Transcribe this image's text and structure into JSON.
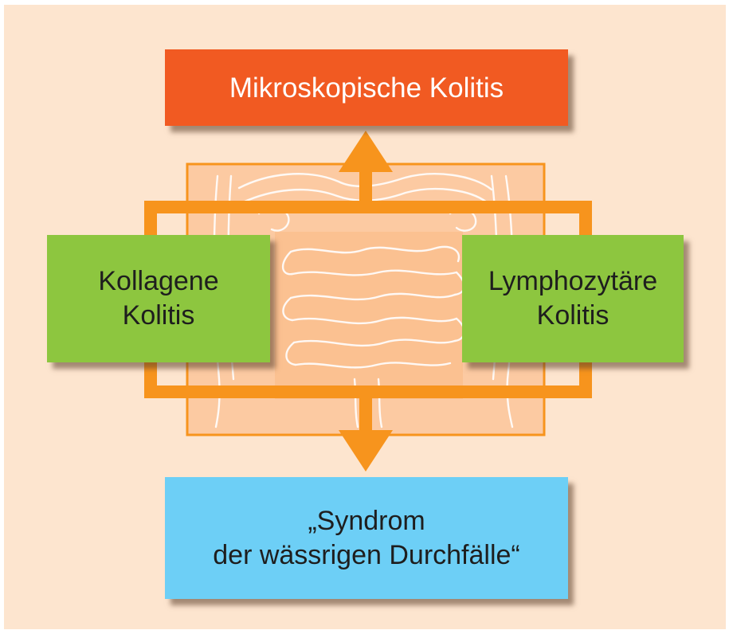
{
  "diagram": {
    "top_node": {
      "label": "Mikroskopische Kolitis",
      "color": "#f15a22"
    },
    "left_node": {
      "label": "Kollagene\nKolitis",
      "color": "#8dc63f"
    },
    "right_node": {
      "label": "Lymphozytäre\nKolitis",
      "color": "#8dc63f"
    },
    "bottom_node": {
      "label": "„Syndrom\nder wässrigen Durchfälle“",
      "color": "#6dcff6"
    },
    "background_color": "#fde5cf",
    "arrow_color": "#f7941d",
    "illustration": "intestine-icon",
    "edges": [
      {
        "from": "center",
        "to": "top_node",
        "style": "arrow"
      },
      {
        "from": "center",
        "to": "bottom_node",
        "style": "arrow"
      }
    ]
  }
}
